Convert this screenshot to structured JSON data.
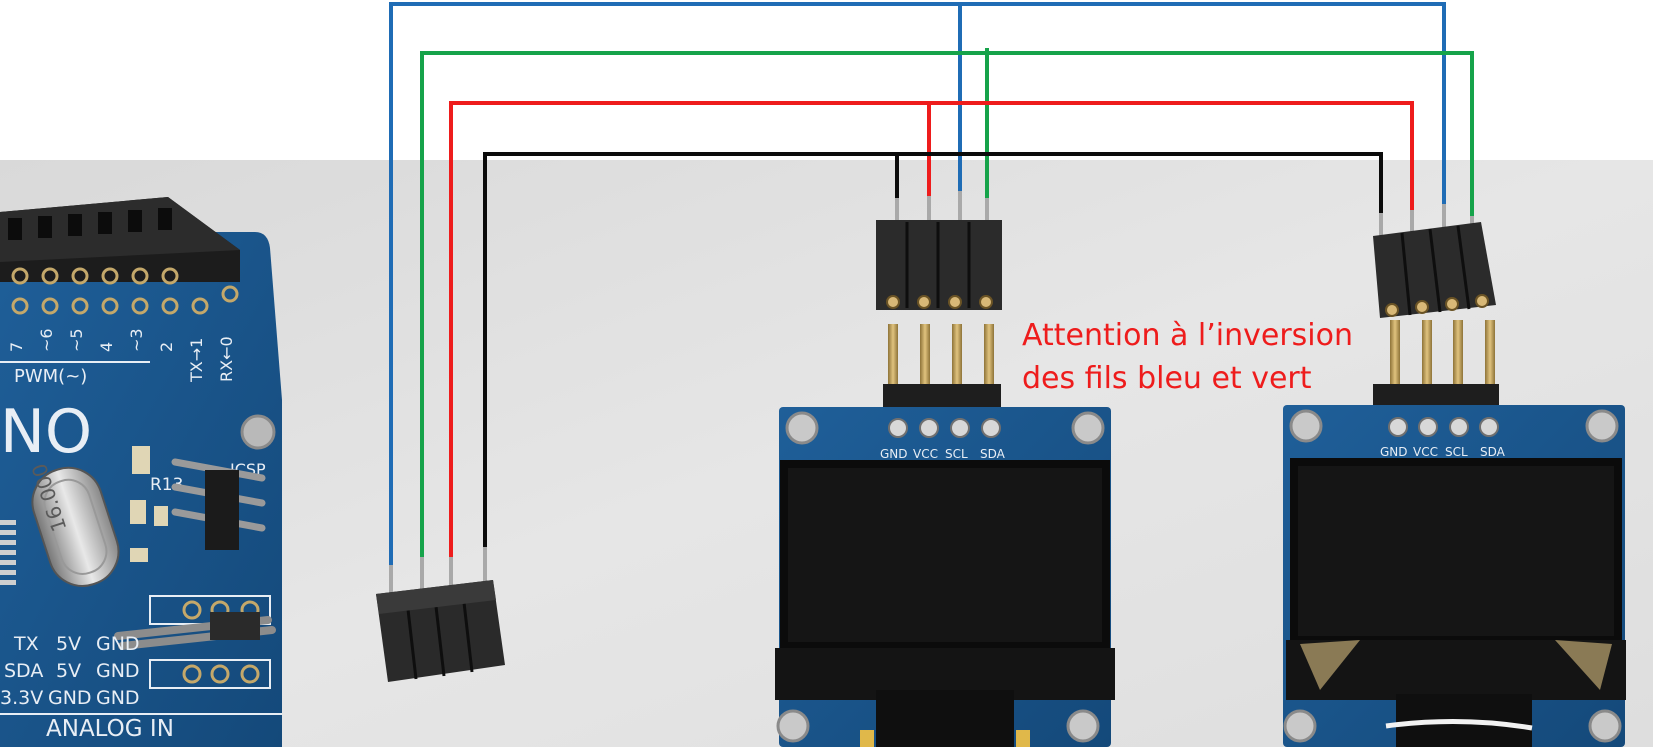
{
  "annotation": {
    "line1": "Attention à l’inversion",
    "line2": "des fils bleu et vert"
  },
  "arduino": {
    "digital_numbers": [
      "7",
      "~6",
      "~5",
      "4",
      "~3",
      "2",
      "TX→1",
      "RX←0"
    ],
    "pwm_label": "PWM(~)",
    "board_name": "NO",
    "crystal_label": "16.000",
    "r13_label": "R13",
    "icsp_label": "ICSP",
    "header_rows": [
      [
        "TX",
        "5V",
        "GND"
      ],
      [
        "SDA",
        "5V",
        "GND"
      ],
      [
        "3.3V",
        "GND",
        "GND"
      ]
    ],
    "analog_label": "ANALOG IN"
  },
  "oled_pin_labels": [
    "GND",
    "VCC",
    "SCL",
    "SDA"
  ],
  "wire_colors": {
    "black": "#0b0b0b",
    "red": "#ee1c1c",
    "blue": "#1f6cb5",
    "green": "#16a34a"
  }
}
